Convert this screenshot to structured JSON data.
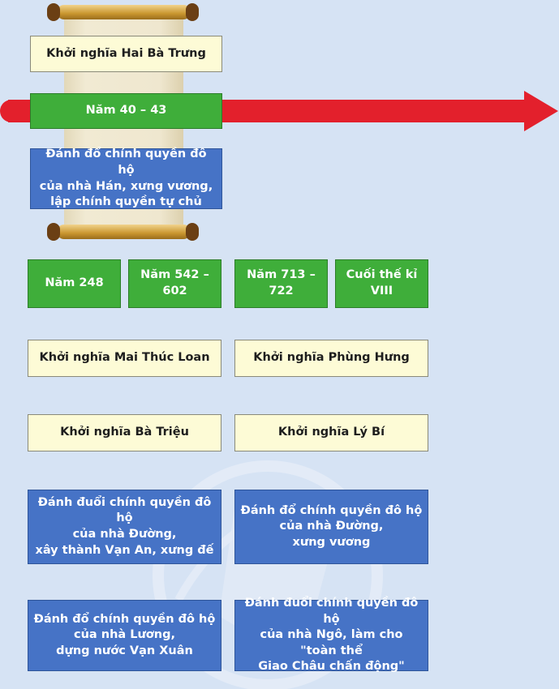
{
  "timeline": {
    "event": "Khởi nghĩa Hai Bà Trưng",
    "year": "Năm 40 – 43",
    "result": "Đánh đổ chính quyền đô hộ\ncủa nhà Hán, xưng vương,\nlập chính quyền tự chủ"
  },
  "years": [
    "Năm 248",
    "Năm 542 – 602",
    "Năm 713 – 722",
    "Cuối thế kỉ VIII"
  ],
  "events": {
    "mai_thuc_loan": "Khởi nghĩa Mai Thúc Loan",
    "phung_hung": "Khởi nghĩa Phùng Hưng",
    "ba_trieu": "Khởi nghĩa Bà Triệu",
    "ly_bi": "Khởi nghĩa Lý Bí"
  },
  "results": {
    "r1": "Đánh đuổi chính quyền đô hộ\ncủa nhà Đường,\nxây thành Vạn An, xưng đế",
    "r2": "Đánh đổ chính quyền đô hộ\ncủa nhà Đường,\nxưng vương",
    "r3": "Đánh đổ chính quyền đô hộ\ncủa nhà Lương,\ndựng nước Vạn Xuân",
    "r4": "Đánh đuổi chính quyền đô hộ\ncủa nhà Ngô, làm cho \"toàn thể\nGiao Châu chấn động\""
  },
  "colors": {
    "arrow": "#e3202c",
    "event_box": "#fdfbd6",
    "year_box": "#3fae3a",
    "result_box": "#4673c6",
    "background": "#d6e3f4"
  }
}
